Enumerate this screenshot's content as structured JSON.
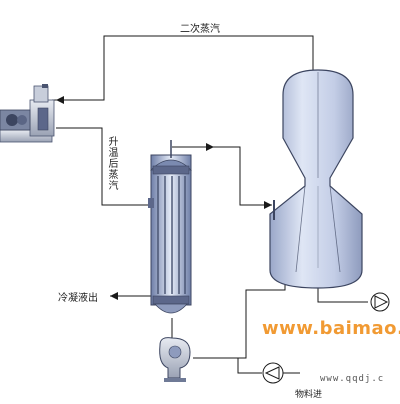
{
  "labels": {
    "secondary_steam": "二次蒸汽",
    "heated_steam": "升温后蒸汽",
    "condensate_out": "冷凝液出",
    "feed_in": "物料进"
  },
  "watermarks": {
    "site": "www.baimao.",
    "url": "www.qqdj.c"
  },
  "colors": {
    "vessel_fill": "#c9d3ea",
    "vessel_stroke": "#4a5470",
    "pipe": "#1a1a1a",
    "watermark": "#f19a33"
  },
  "icons": [
    "compressor-icon",
    "heat-exchanger-icon",
    "separator-vessel-icon",
    "circulation-pump-icon",
    "discharge-pump-icon",
    "feed-pump-icon"
  ]
}
